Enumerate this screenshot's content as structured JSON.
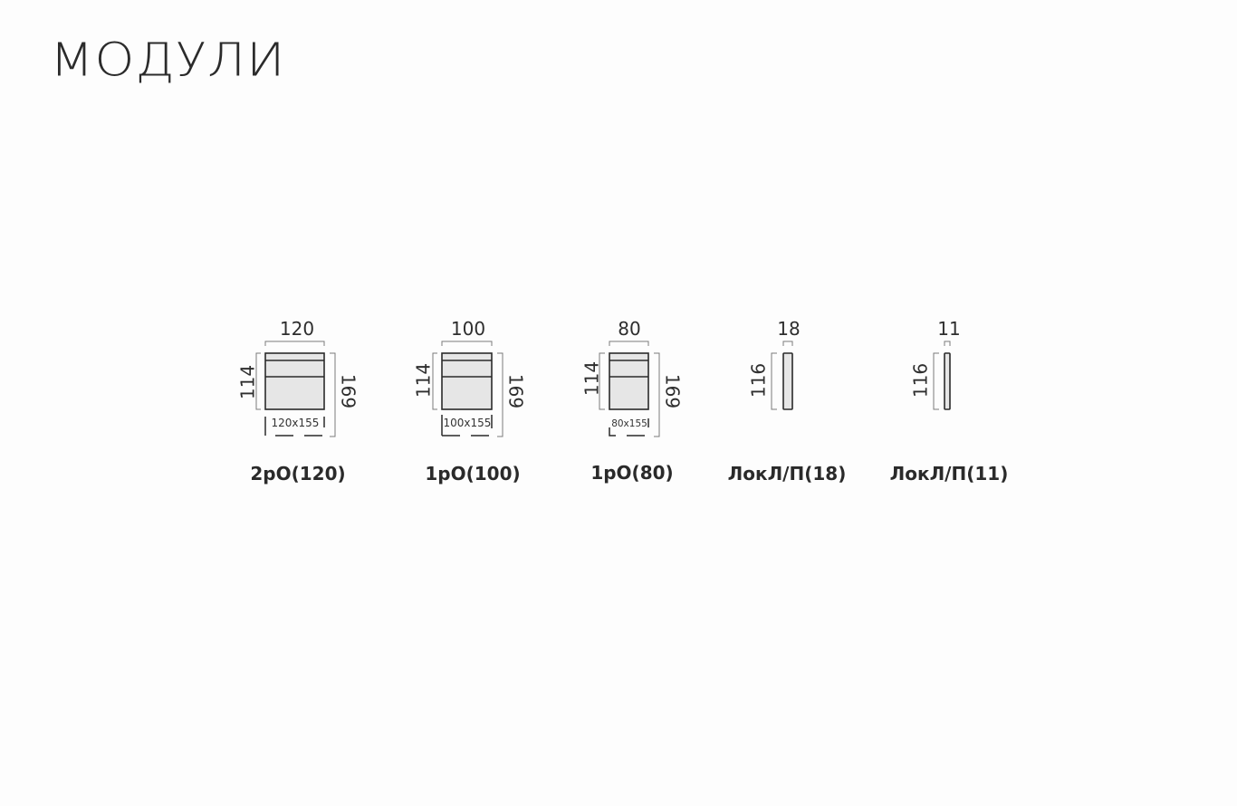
{
  "page": {
    "title": "МОДУЛИ"
  },
  "modules": [
    {
      "label": "2рО(120)",
      "width": "120",
      "depth": "114",
      "total_depth": "169",
      "extended": "120x155",
      "type": "seat"
    },
    {
      "label": "1рО(100)",
      "width": "100",
      "depth": "114",
      "total_depth": "169",
      "extended": "100x155",
      "type": "seat"
    },
    {
      "label": "1рО(80)",
      "width": "80",
      "depth": "114",
      "total_depth": "169",
      "extended": "80x155",
      "type": "seat"
    },
    {
      "label": "ЛокЛ/П(18)",
      "width": "18",
      "depth": "116",
      "type": "arm"
    },
    {
      "label": "ЛокЛ/П(11)",
      "width": "11",
      "depth": "116",
      "type": "arm"
    }
  ],
  "colors": {
    "line": "#2a2a2a",
    "fill": "#e6e6e6",
    "dimension": "#7a7a7a",
    "background": "#fdfdfd"
  }
}
